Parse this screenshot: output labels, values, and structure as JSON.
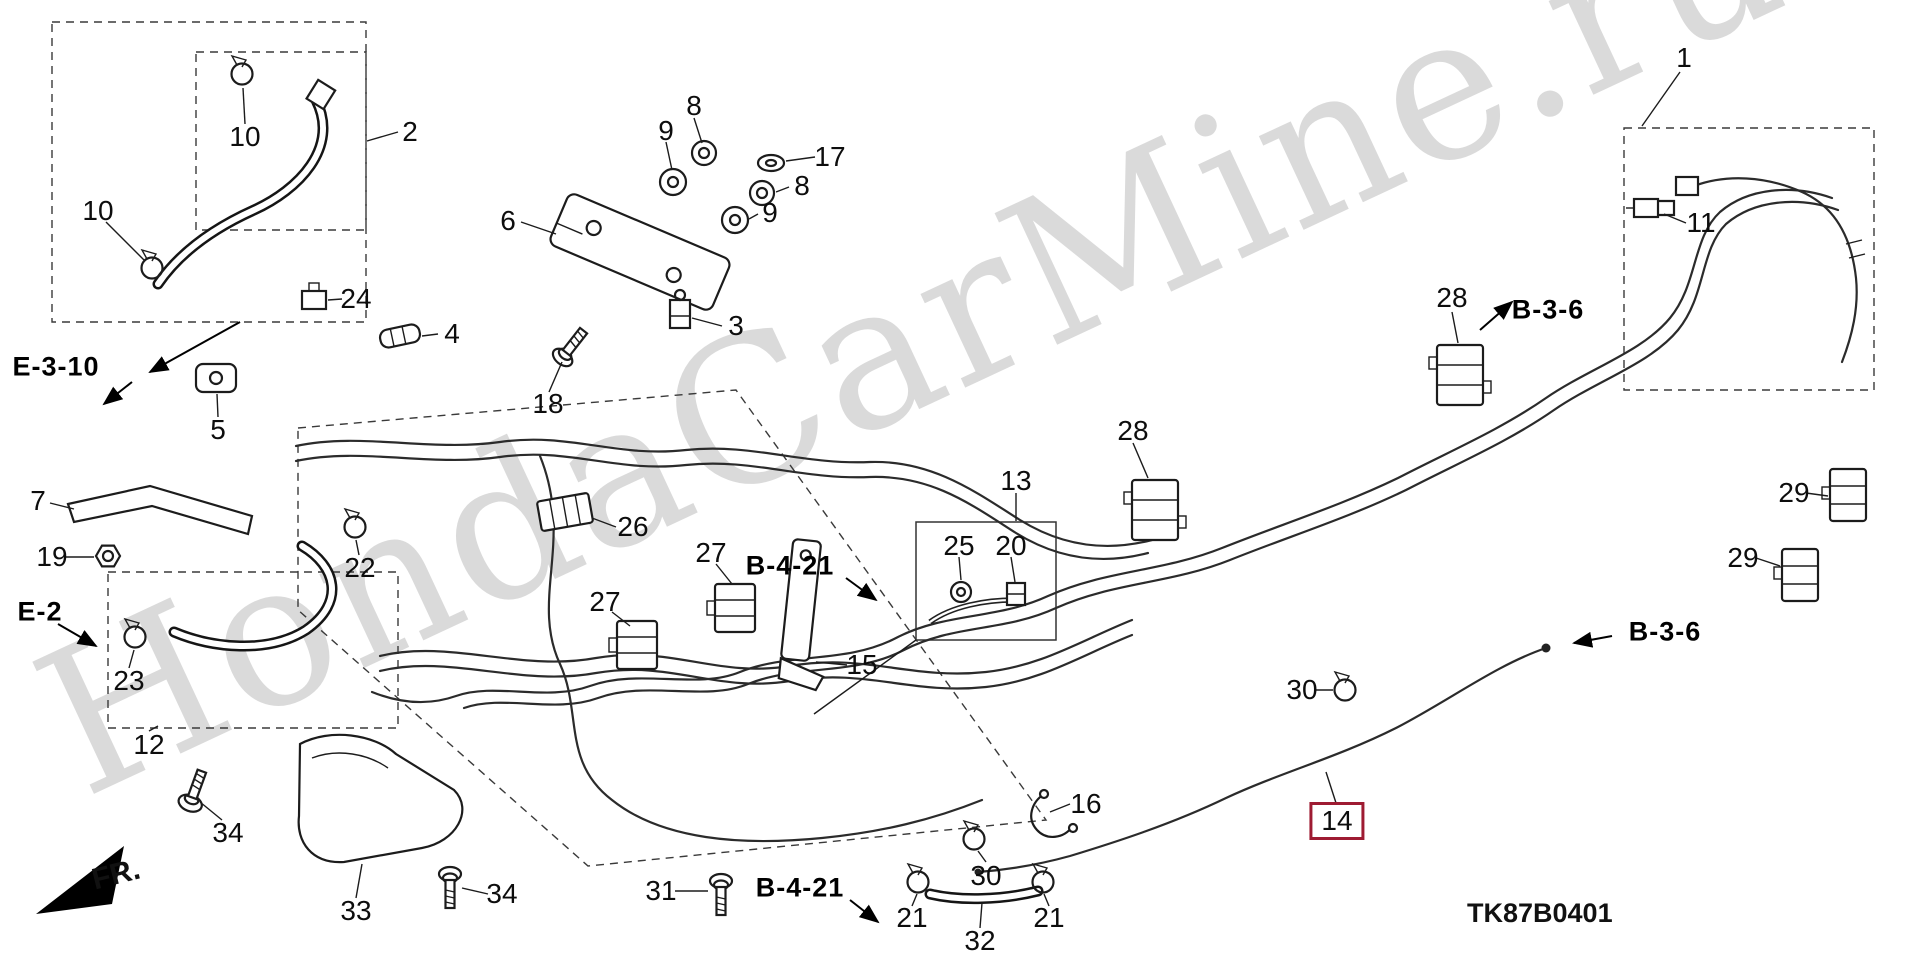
{
  "diagram": {
    "code": "TK87B0401",
    "watermark": "HondaCarMine.ru",
    "fr_label": "FR.",
    "highlight_box_color": "#9e1b32",
    "part_labels": [
      "2",
      "10",
      "10",
      "9",
      "8",
      "17",
      "8",
      "9",
      "6",
      "24",
      "4",
      "3",
      "18",
      "5",
      "7",
      "19",
      "22",
      "26",
      "27",
      "27",
      "13",
      "25",
      "20",
      "15",
      "28",
      "28",
      "11",
      "1",
      "29",
      "29",
      "30",
      "23",
      "12",
      "34",
      "33",
      "34",
      "31",
      "16",
      "30",
      "21",
      "32",
      "21",
      "14"
    ],
    "ref_labels": [
      "E-3-10",
      "E-2",
      "B-3-6",
      "B-4-21",
      "B-3-6",
      "B-4-21"
    ]
  }
}
